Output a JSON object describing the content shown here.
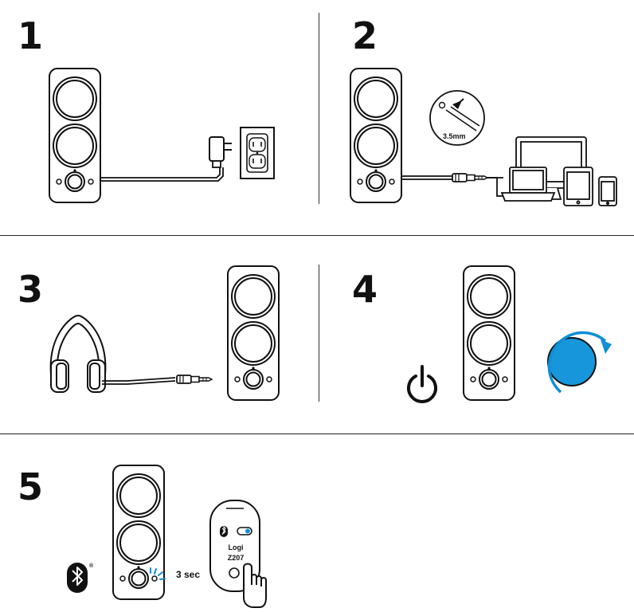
{
  "steps": [
    {
      "number": "1"
    },
    {
      "number": "2"
    },
    {
      "number": "3"
    },
    {
      "number": "4"
    },
    {
      "number": "5"
    }
  ],
  "labels": {
    "jack_size": "3.5mm",
    "pair_hold_time": "3 sec",
    "device_name_line1": "Logi",
    "device_name_line2": "Z207",
    "registered_mark": "®"
  },
  "colors": {
    "line": "#111111",
    "accent_blue": "#0e8fd6",
    "volume_knob": "#1796db"
  },
  "icons": [
    "speaker",
    "power-adapter",
    "wall-outlet",
    "audio-cable",
    "monitor",
    "laptop",
    "tablet",
    "phone",
    "headphones",
    "power-icon",
    "volume-knob",
    "bluetooth-icon",
    "hand-pointer-icon"
  ]
}
